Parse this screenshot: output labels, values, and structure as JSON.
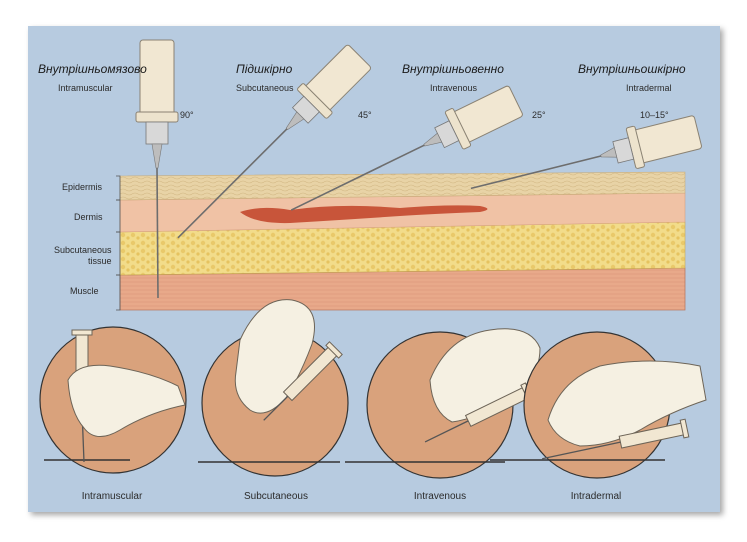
{
  "colors": {
    "background": "#b7cbe0",
    "epidermis": "#e8d3a6",
    "dermis": "#f0c2a5",
    "vein": "#c8553a",
    "subcutaneous": "#f2dc8a",
    "muscle": "#e8a98a",
    "circle": "#d9a27c",
    "glove": "#f5f0e2",
    "syringe": "#f1e7d2"
  },
  "injections": [
    {
      "title_uk": "Внутрішньомязово",
      "title_en": "Intramuscular",
      "angle": "90°"
    },
    {
      "title_uk": "Підшкірно",
      "title_en": "Subcutaneous",
      "angle": "45°"
    },
    {
      "title_uk": "Внутрішньовенно",
      "title_en": "Intravenous",
      "angle": "25°"
    },
    {
      "title_uk": "Внутрішньошкірно",
      "title_en": "Intradermal",
      "angle": "10–15°"
    }
  ],
  "layers": [
    "Epidermis",
    "Dermis",
    "Subcutaneous\ntissue",
    "Muscle"
  ],
  "captions": [
    "Intramuscular",
    "Subcutaneous",
    "Intravenous",
    "Intradermal"
  ]
}
